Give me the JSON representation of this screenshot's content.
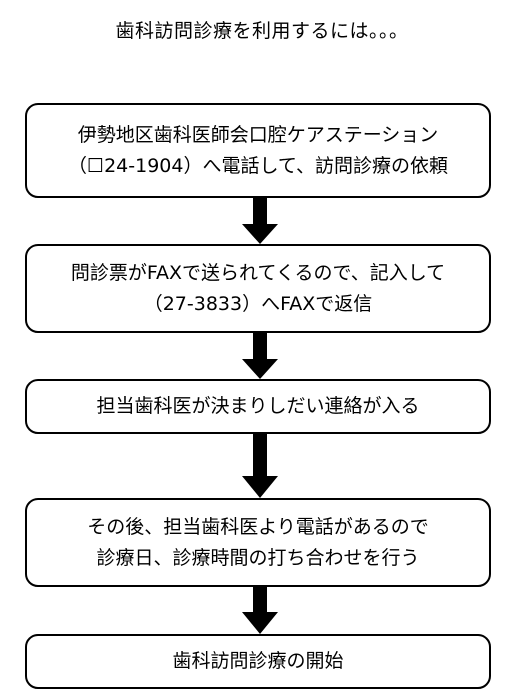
{
  "title": "歯科訪問診療を利用するには。。。",
  "steps": [
    {
      "lines": [
        "伊勢地区歯科医師会口腔ケアステーション",
        "（☐24‐1904）へ電話して、訪問診療の依頼"
      ]
    },
    {
      "lines": [
        "問診票がFAXで送られてくるので、記入して",
        "（27‐3833）へFAXで返信"
      ]
    },
    {
      "lines": [
        "担当歯科医が決まりしだい連絡が入る"
      ]
    },
    {
      "lines": [
        "その後、担当歯科医より電話があるので",
        "診療日、診療時間の打ち合わせを行う"
      ]
    },
    {
      "lines": [
        "歯科訪問診療の開始"
      ]
    }
  ]
}
